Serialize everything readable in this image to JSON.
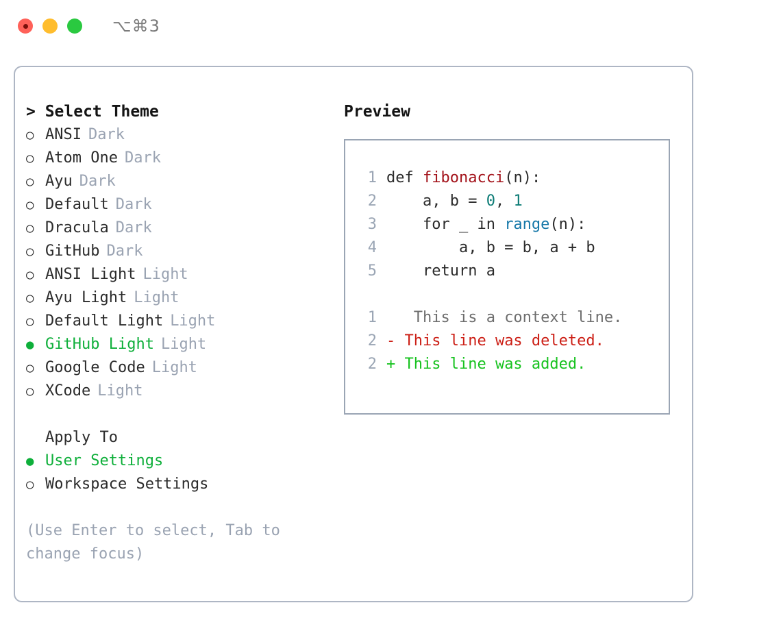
{
  "titlebar": {
    "shortcut": "⌥⌘3",
    "buttons": [
      "close",
      "minimize",
      "zoom"
    ]
  },
  "theme_list": {
    "heading": "> Select Theme",
    "items": [
      {
        "marker": "○",
        "label": "ANSI",
        "tag": "Dark",
        "selected": false
      },
      {
        "marker": "○",
        "label": "Atom One",
        "tag": "Dark",
        "selected": false
      },
      {
        "marker": "○",
        "label": "Ayu",
        "tag": "Dark",
        "selected": false
      },
      {
        "marker": "○",
        "label": "Default",
        "tag": "Dark",
        "selected": false
      },
      {
        "marker": "○",
        "label": "Dracula",
        "tag": "Dark",
        "selected": false
      },
      {
        "marker": "○",
        "label": "GitHub",
        "tag": "Dark",
        "selected": false
      },
      {
        "marker": "○",
        "label": "ANSI Light",
        "tag": "Light",
        "selected": false
      },
      {
        "marker": "○",
        "label": "Ayu Light",
        "tag": "Light",
        "selected": false
      },
      {
        "marker": "○",
        "label": "Default Light",
        "tag": "Light",
        "selected": false
      },
      {
        "marker": "●",
        "label": "GitHub Light",
        "tag": "Light",
        "selected": true
      },
      {
        "marker": "○",
        "label": "Google Code",
        "tag": "Light",
        "selected": false
      },
      {
        "marker": "○",
        "label": "XCode",
        "tag": "Light",
        "selected": false
      }
    ]
  },
  "apply_to": {
    "heading": "Apply To",
    "items": [
      {
        "marker": "●",
        "label": "User Settings",
        "selected": true
      },
      {
        "marker": "○",
        "label": "Workspace Settings",
        "selected": false
      }
    ]
  },
  "hint": "(Use Enter to select, Tab to change focus)",
  "preview": {
    "heading": "Preview",
    "code_lines": [
      {
        "number": "1",
        "tokens": [
          {
            "text": "def ",
            "type": "plain"
          },
          {
            "text": "fibonacci",
            "type": "fn"
          },
          {
            "text": "(n):",
            "type": "plain"
          }
        ]
      },
      {
        "number": "2",
        "tokens": [
          {
            "text": "    a, b = ",
            "type": "plain"
          },
          {
            "text": "0",
            "type": "num"
          },
          {
            "text": ", ",
            "type": "plain"
          },
          {
            "text": "1",
            "type": "num"
          }
        ]
      },
      {
        "number": "3",
        "tokens": [
          {
            "text": "    for _ in ",
            "type": "plain"
          },
          {
            "text": "range",
            "type": "call"
          },
          {
            "text": "(n):",
            "type": "plain"
          }
        ]
      },
      {
        "number": "4",
        "tokens": [
          {
            "text": "        a, b = b, a + b",
            "type": "plain"
          }
        ]
      },
      {
        "number": "5",
        "tokens": [
          {
            "text": "    return a",
            "type": "plain"
          }
        ]
      }
    ],
    "diff_lines": [
      {
        "number": "1",
        "marker": " ",
        "text": "  This is a context line.",
        "type": "context"
      },
      {
        "number": "2",
        "marker": "-",
        "text": " This line was deleted.",
        "type": "deleted"
      },
      {
        "number": "2",
        "marker": "+",
        "text": " This line was added.",
        "type": "added"
      }
    ]
  },
  "colors": {
    "accent_green": "#0eaf3a",
    "tag_gray": "#9aa3b2",
    "function_red": "#a3121a",
    "number_teal": "#0d7c76",
    "call_blue": "#1477a8",
    "diff_delete_red": "#cc1f16",
    "diff_add_green": "#16c21e",
    "border_gray": "#aeb6c4"
  }
}
